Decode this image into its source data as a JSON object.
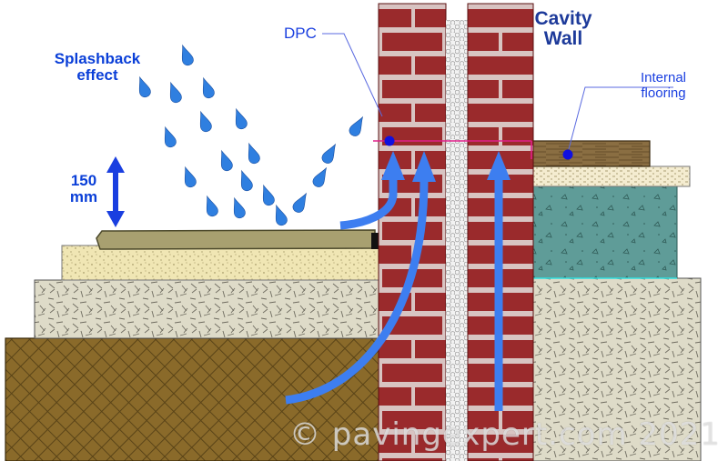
{
  "labels": {
    "splashback_line1": "Splashback",
    "splashback_line2": "effect",
    "height_value": "150",
    "height_unit": "mm",
    "dpc": "DPC",
    "cavity_line1": "Cavity",
    "cavity_line2": "Wall",
    "internal_line1": "Internal",
    "internal_line2": "flooring"
  },
  "watermark": "© pavingexpert.com 2021",
  "colors": {
    "brick": "#9a2a2c",
    "mortar": "#d8c4c2",
    "cavity_fill": "#f2f2f2",
    "arrow": "#3d7ef0",
    "rain": "#2f7fe0",
    "dpc_line": "#e0208a",
    "slab": "#a8a070",
    "sand_bed": "#f0e6b4",
    "sub_base": "#dedbc8",
    "subgrade": "#8a6a2a",
    "screed": "#f4ecd0",
    "concrete": "#5f9c98",
    "floorboard": "#8a6e42",
    "label_blue": "#0a3fd8"
  }
}
